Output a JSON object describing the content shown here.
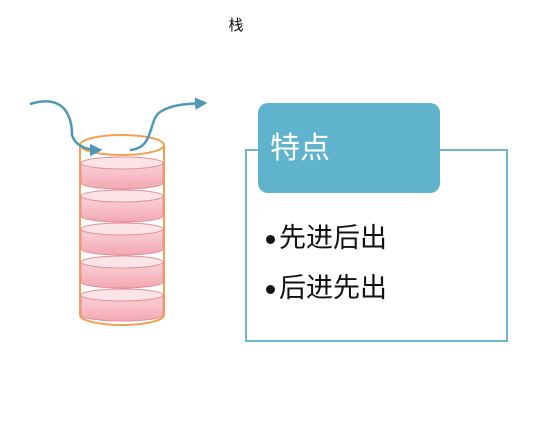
{
  "title": "栈",
  "features": {
    "heading": "特点",
    "items": [
      "先进后出",
      "后进先出"
    ]
  },
  "colors": {
    "cylinder_outline": "#f0a050",
    "disk_fill": "#f6b9c1",
    "disk_edge": "#e28e9a",
    "arrow": "#4f98b5",
    "header_fill": "#5fb3cc",
    "box_border": "#6fb7cf"
  },
  "disk_count": 5
}
